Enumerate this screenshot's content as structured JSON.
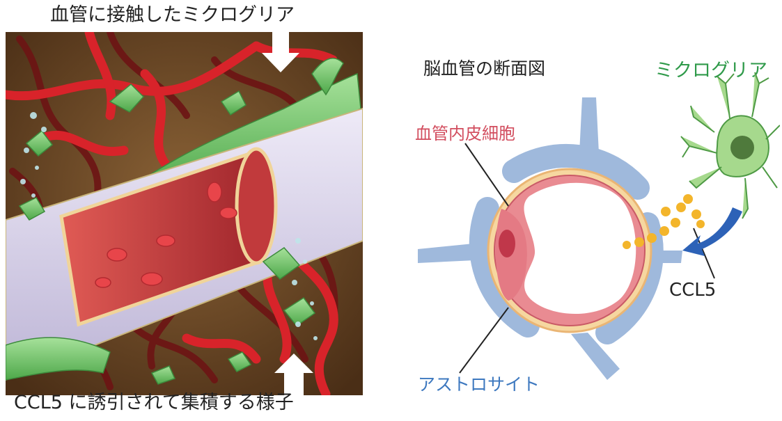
{
  "left_panel": {
    "caption_top": "血管に接触したミクログリア",
    "caption_bottom": "CCL5 に誘引されて集積する様子"
  },
  "right_panel": {
    "title": "脳血管の断面図",
    "label_endothelial": "血管内皮細胞",
    "label_microglia": "ミクログリア",
    "label_ccl5": "CCL5",
    "label_astrocyte": "アストロサイト"
  },
  "colors": {
    "tissue_bg": "#6e4a28",
    "vessel_red": "#d8232a",
    "vessel_wall": "#dcd6ec",
    "microglia_green": "#7cc96b",
    "astrocyte_blue": "#9fb9dc",
    "endothelium_pink": "#e98b92",
    "ccl5_yellow": "#f3b52b",
    "arrow_blue": "#2d62b7"
  }
}
